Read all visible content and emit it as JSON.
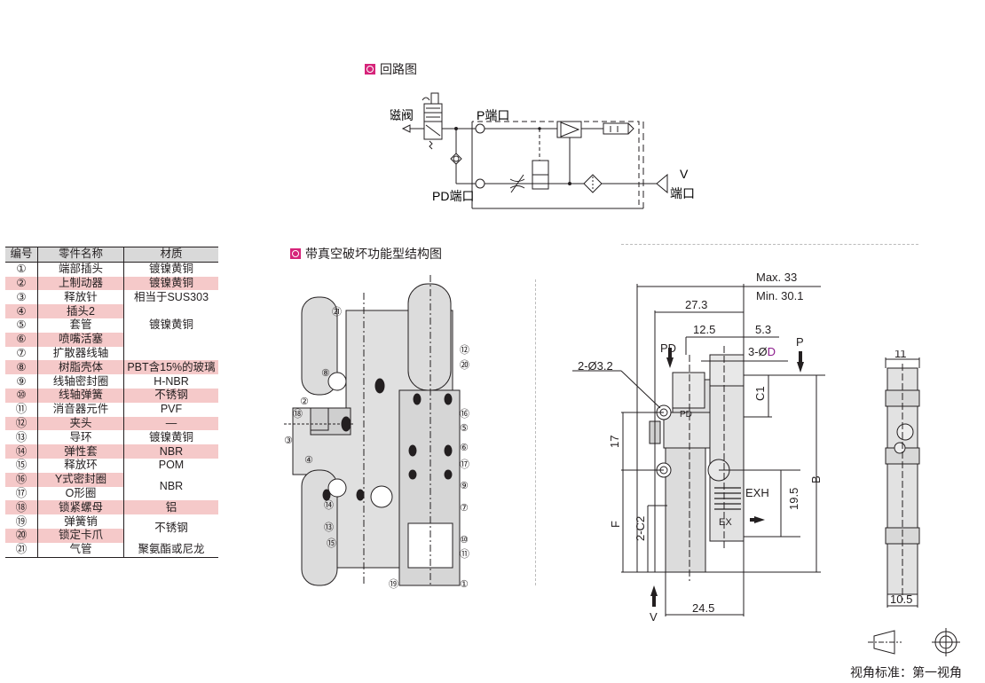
{
  "circuit": {
    "title": "回路图",
    "labels": {
      "solenoid_valve": "电磁阀",
      "p_port": "P端口",
      "pd_port": "PD端口",
      "v_port_letter": "V",
      "v_port_word": "端口"
    }
  },
  "structure": {
    "title": "带真空破坏功能型结构图",
    "callouts": [
      "①",
      "②",
      "③",
      "④",
      "⑤",
      "⑥",
      "⑦",
      "⑧",
      "⑨",
      "⑩",
      "⑪",
      "⑫",
      "⑬",
      "⑭",
      "⑮",
      "⑯",
      "⑰",
      "⑱",
      "⑲",
      "⑳",
      "㉑"
    ]
  },
  "parts_table": {
    "headers": [
      "编号",
      "零件名称",
      "材质"
    ],
    "rows": [
      {
        "no": "①",
        "name": "端部插头",
        "material": "镀镍黄铜"
      },
      {
        "no": "②",
        "name": "上制动器",
        "material": "镀镍黄铜"
      },
      {
        "no": "③",
        "name": "释放针",
        "material": "相当于SUS303"
      },
      {
        "no": "④",
        "name": "插头2",
        "material": ""
      },
      {
        "no": "⑤",
        "name": "套管",
        "material": "镀镍黄铜"
      },
      {
        "no": "⑥",
        "name": "喷嘴活塞",
        "material": ""
      },
      {
        "no": "⑦",
        "name": "扩散器线轴",
        "material": ""
      },
      {
        "no": "⑧",
        "name": "树脂壳体",
        "material": "PBT含15%的玻璃"
      },
      {
        "no": "⑨",
        "name": "线轴密封圈",
        "material": "H-NBR"
      },
      {
        "no": "⑩",
        "name": "线轴弹簧",
        "material": "不锈钢"
      },
      {
        "no": "⑪",
        "name": "消音器元件",
        "material": "PVF"
      },
      {
        "no": "⑫",
        "name": "夹头",
        "material": "—"
      },
      {
        "no": "⑬",
        "name": "导环",
        "material": "镀镍黄铜"
      },
      {
        "no": "⑭",
        "name": "弹性套",
        "material": "NBR"
      },
      {
        "no": "⑮",
        "name": "释放环",
        "material": "POM"
      },
      {
        "no": "⑯",
        "name": "Y式密封圈",
        "material": "NBR"
      },
      {
        "no": "⑰",
        "name": "O形圈",
        "material": ""
      },
      {
        "no": "⑱",
        "name": "锁紧螺母",
        "material": "铝"
      },
      {
        "no": "⑲",
        "name": "弹簧销",
        "material": "不锈钢"
      },
      {
        "no": "⑳",
        "name": "锁定卡爪",
        "material": ""
      },
      {
        "no": "㉑",
        "name": "气管",
        "material": "聚氨酯或尼龙"
      }
    ]
  },
  "dimensions": {
    "max_width": "Max. 33",
    "min_width": "Min. 30.1",
    "d27_3": "27.3",
    "d12_5": "12.5",
    "d5_3": "5.3",
    "port_dia_prefix": "3-Ø",
    "port_dia_var": "D",
    "hole": "2-Ø3.2",
    "d17": "17",
    "d19_5": "19.5",
    "c1": "C1",
    "b": "B",
    "f": "F",
    "c2": "2-C2",
    "d24_5": "24.5",
    "side_top": "11",
    "side_bottom": "10.5",
    "pd_arrow": "PD",
    "p_arrow": "P",
    "v_arrow": "V",
    "exh_arrow": "EXH",
    "pd_mark": "PD",
    "ex_mark": "EX"
  },
  "projection": {
    "label": "视角标准：第一视角"
  },
  "colors": {
    "accent": "#d6247a",
    "table_highlight": "#f5c9c9",
    "header_bg": "#d9d9d9",
    "dim_D": "#8b1a8b"
  }
}
